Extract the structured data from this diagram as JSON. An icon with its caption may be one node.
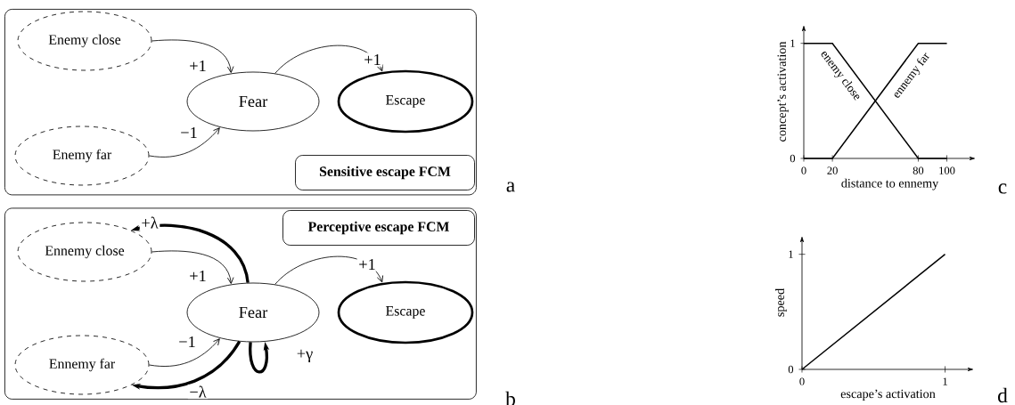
{
  "diagram": {
    "nodes": [
      {
        "text": [],
        "shape": "box"
      },
      {
        "text": [
          "Sensitive escape FCM"
        ],
        "in": 0
      },
      {
        "text": [
          "Enemy close"
        ],
        "in": 0
      },
      {
        "text": [
          "Enemy far"
        ],
        "in": 0
      },
      {
        "text": [
          "Fear"
        ],
        "in": 0
      },
      {
        "text": [
          "Escape"
        ],
        "in": 0
      },
      {
        "text": [],
        "shape": "box"
      },
      {
        "text": [
          "Perceptive escape FCM"
        ],
        "in": 6
      },
      {
        "text": [
          "Ennemy close"
        ],
        "in": 6
      },
      {
        "text": [
          "Ennemy far"
        ],
        "in": 6
      },
      {
        "text": [
          "Fear"
        ],
        "in": 6
      },
      {
        "text": [
          "Escape"
        ],
        "in": 6
      }
    ],
    "edges": [
      {
        "from": 2,
        "to": 4,
        "arrow": "to",
        "label": "+1"
      },
      {
        "from": 3,
        "to": 4,
        "arrow": "to",
        "label": "−1"
      },
      {
        "from": 4,
        "to": 5,
        "arrow": "to",
        "label": "+1"
      },
      {
        "from": 8,
        "to": 10,
        "arrow": "to",
        "label": "+1"
      },
      {
        "from": 9,
        "to": 10,
        "arrow": "to",
        "label": "−1"
      },
      {
        "from": 10,
        "to": 11,
        "arrow": "to",
        "label": "+1"
      },
      {
        "from": 10,
        "to": 8,
        "arrow": "to",
        "label": "+λ",
        "style": "thick"
      },
      {
        "from": 10,
        "to": 9,
        "arrow": "to",
        "label": "−λ",
        "style": "thick"
      },
      {
        "from": 10,
        "to": 10,
        "arrow": "to",
        "label": "+γ",
        "style": "thick"
      }
    ],
    "labels": [
      "a",
      "b",
      "c",
      "d"
    ],
    "chart_data": [
      {
        "type": "line",
        "xlabel": "distance to ennemy",
        "ylabel": "concept’s activation",
        "x": [
          0,
          20,
          80,
          100
        ],
        "series": [
          {
            "name": "enemy close",
            "values": [
              1,
              1,
              0,
              0
            ]
          },
          {
            "name": "ennemy far",
            "values": [
              0,
              0,
              1,
              1
            ]
          }
        ],
        "xticks": [
          0,
          20,
          80,
          100
        ],
        "yticks": [
          0,
          1
        ],
        "xlim": [
          0,
          117
        ],
        "ylim": [
          0,
          1.12
        ]
      },
      {
        "type": "line",
        "xlabel": "escape’s activation",
        "ylabel": "speed",
        "x": [
          0,
          1
        ],
        "series": [
          {
            "values": [
              0,
              1
            ]
          }
        ],
        "xticks": [
          0,
          1
        ],
        "yticks": [
          0,
          1
        ],
        "xlim": [
          0,
          1.17
        ],
        "ylim": [
          0,
          1.12
        ]
      }
    ]
  }
}
